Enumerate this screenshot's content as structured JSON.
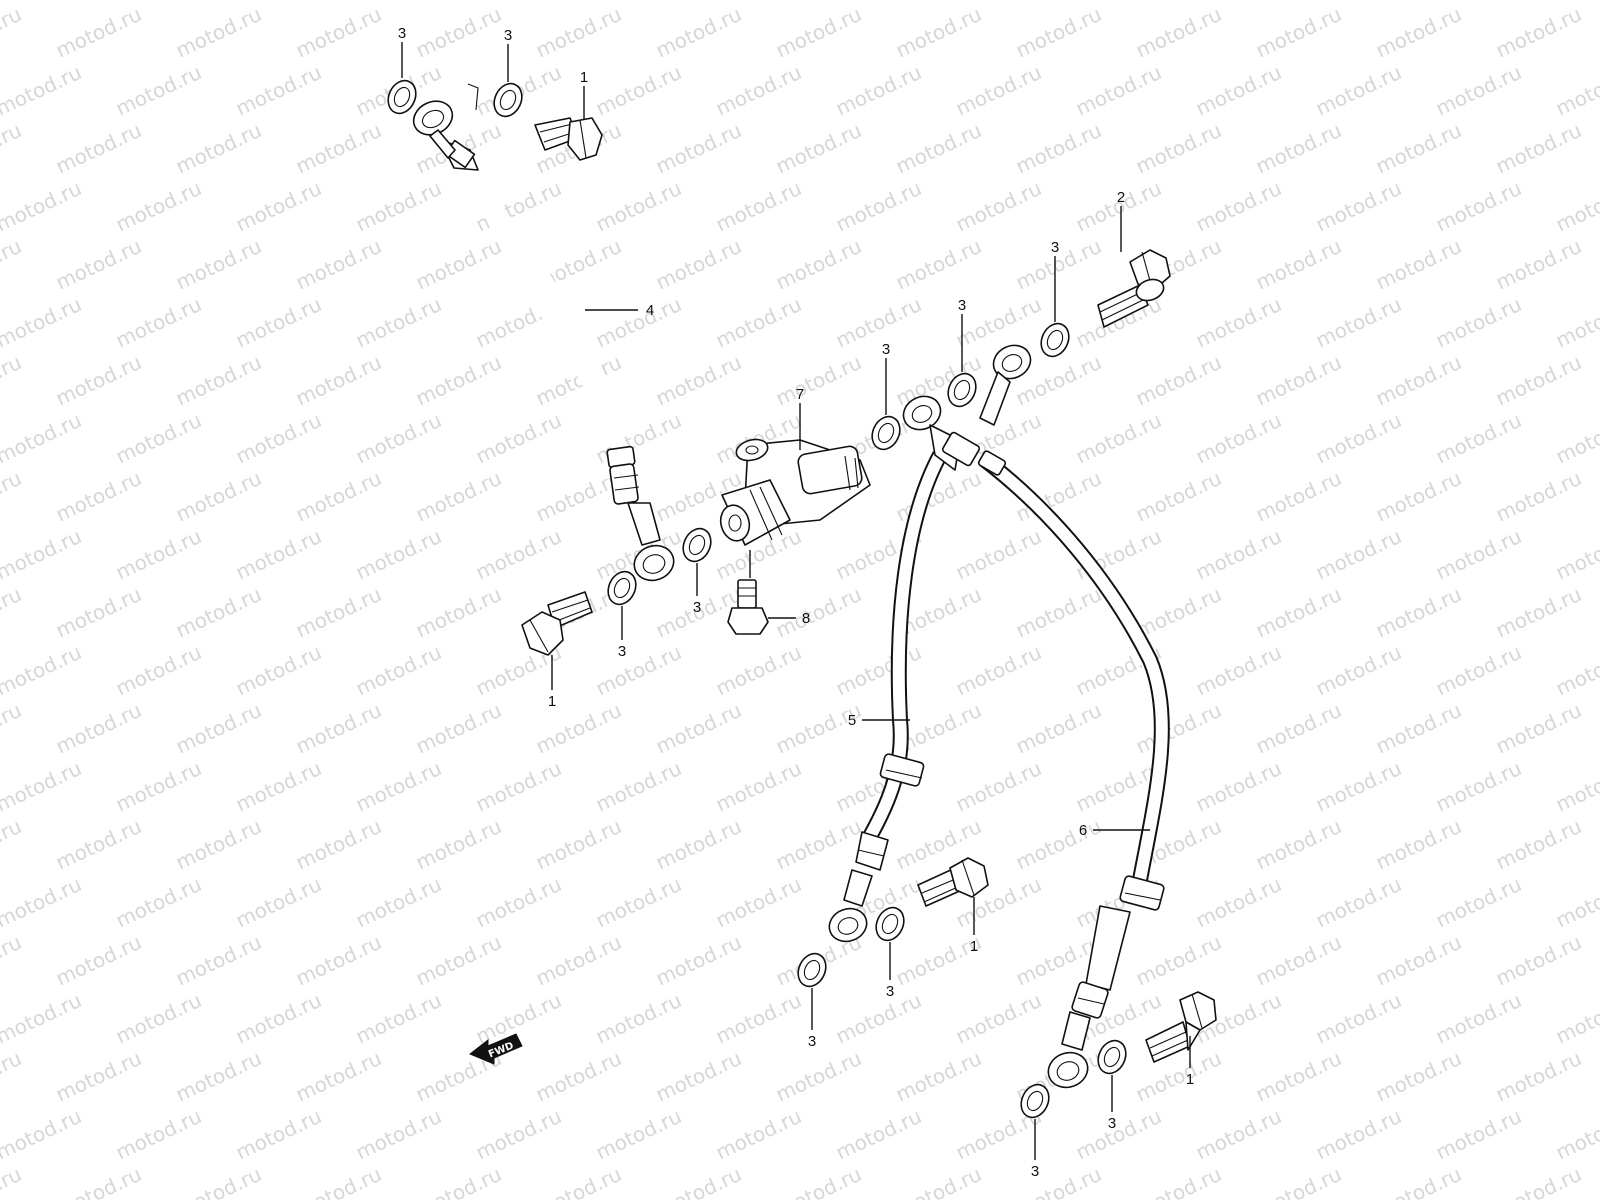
{
  "watermark_text": "motod.ru",
  "fwd_label": "FWD",
  "callouts": [
    {
      "id": "c1",
      "label": "3"
    },
    {
      "id": "c2",
      "label": "3"
    },
    {
      "id": "c3",
      "label": "1"
    },
    {
      "id": "c4",
      "label": "2"
    },
    {
      "id": "c5",
      "label": "3"
    },
    {
      "id": "c6",
      "label": "4"
    },
    {
      "id": "c7",
      "label": "3"
    },
    {
      "id": "c8",
      "label": "3"
    },
    {
      "id": "c9",
      "label": "7"
    },
    {
      "id": "c10",
      "label": "3"
    },
    {
      "id": "c11",
      "label": "3"
    },
    {
      "id": "c12",
      "label": "8"
    },
    {
      "id": "c13",
      "label": "1"
    },
    {
      "id": "c14",
      "label": "5"
    },
    {
      "id": "c15",
      "label": "6"
    },
    {
      "id": "c16",
      "label": "1"
    },
    {
      "id": "c17",
      "label": "3"
    },
    {
      "id": "c18",
      "label": "3"
    },
    {
      "id": "c19",
      "label": "1"
    },
    {
      "id": "c20",
      "label": "3"
    },
    {
      "id": "c21",
      "label": "3"
    }
  ]
}
